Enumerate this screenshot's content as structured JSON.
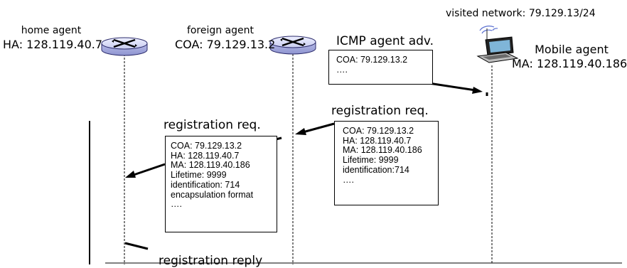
{
  "labels": {
    "visited_network": "visited network: 79.129.13/24",
    "home_agent_title": "home agent",
    "home_agent_addr": "HA: 128.119.40.7",
    "foreign_agent_title": "foreign agent",
    "foreign_agent_addr": "COA: 79.129.13.2",
    "mobile_agent_title": "Mobile agent",
    "mobile_agent_addr": "MA: 128.119.40.186",
    "icmp_adv": "ICMP agent adv.",
    "reg_req_right": "registration req.",
    "reg_req_left": "registration req.",
    "reg_reply": "registration reply"
  },
  "boxes": {
    "icmp": [
      "COA: 79.129.13.2",
      "…."
    ],
    "reg_right": [
      "COA: 79.129.13.2",
      "HA: 128.119.40.7",
      "MA: 128.119.40.186",
      "Lifetime: 9999",
      "identification:714",
      "…."
    ],
    "reg_left": [
      "COA: 79.129.13.2",
      "HA: 128.119.40.7",
      "MA: 128.119.40.186",
      "Lifetime: 9999",
      "identification: 714",
      "encapsulation format",
      "…."
    ]
  },
  "icons": {
    "home_router": "router-icon",
    "foreign_router": "router-icon",
    "mobile_device": "laptop-icon"
  }
}
